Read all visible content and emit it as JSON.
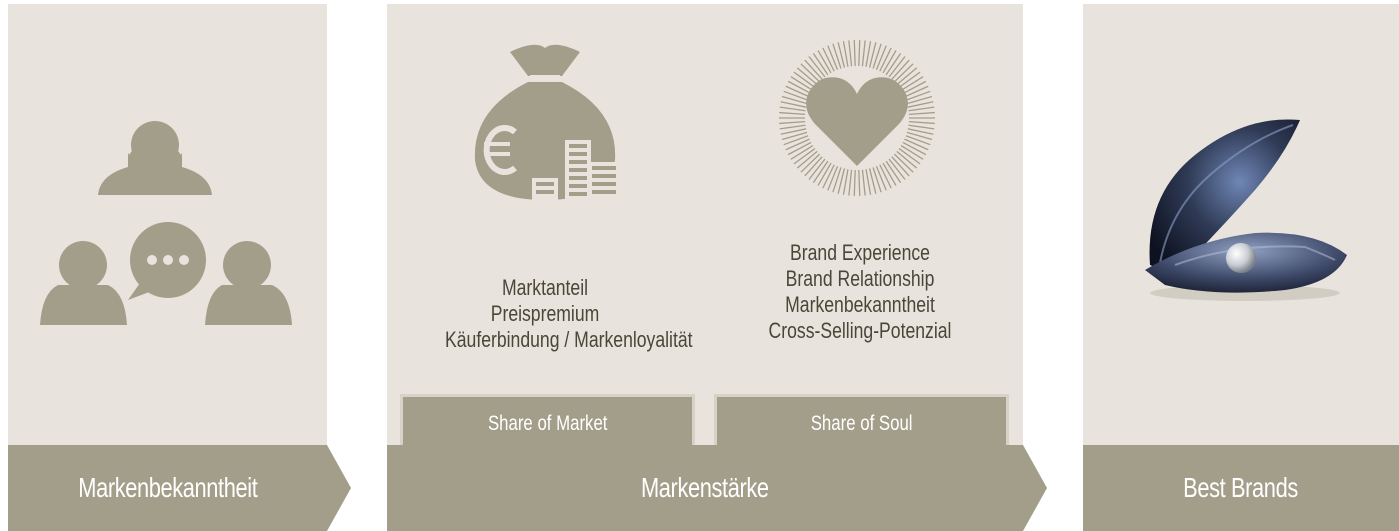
{
  "colors": {
    "panel": "#e8e4dd",
    "band": "#a39e89",
    "icon": "#a39e89",
    "text": "#4a4638"
  },
  "stage1": {
    "label": "Markenbekanntheit",
    "icon": "people-chat-icon"
  },
  "stage2": {
    "label": "Markenstärke",
    "market": {
      "icon": "money-bag-icon",
      "lines": [
        "Marktanteil",
        "Preispremium",
        "Käuferbindung / Markenloyalität"
      ],
      "tag": "Share of Market"
    },
    "soul": {
      "icon": "radiant-heart-icon",
      "lines": [
        "Brand Experience",
        "Brand Relationship",
        "Markenbekanntheit",
        "Cross-Selling-Potenzial"
      ],
      "tag": "Share of Soul"
    }
  },
  "stage3": {
    "label": "Best Brands",
    "icon": "pearl-oyster-icon"
  }
}
